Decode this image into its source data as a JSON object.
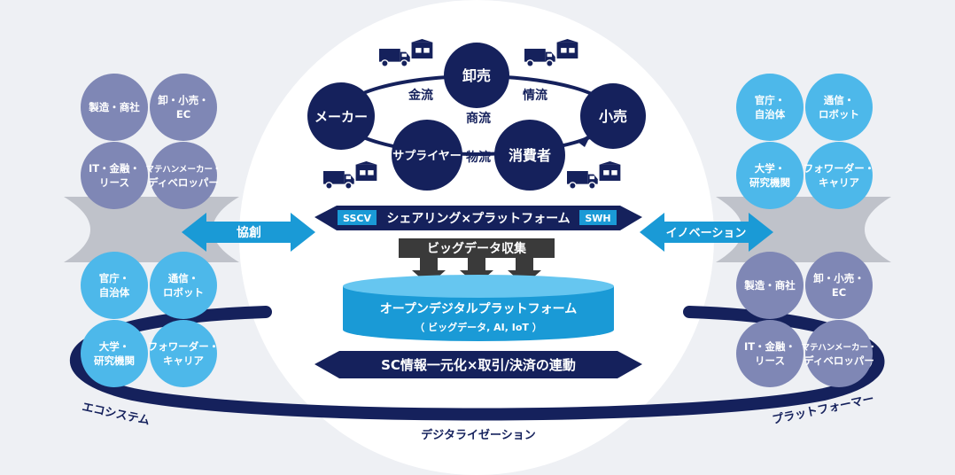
{
  "colors": {
    "background": "#eef0f4",
    "navy": "#15215c",
    "sky": "#1a9ad6",
    "light_blue": "#4db8ea",
    "lavender": "#7f87b5",
    "hourglass": "#bfc2ca",
    "dark_gray": "#3a3a3a",
    "white": "#ffffff"
  },
  "center": {
    "nodes": {
      "oroshiuri": "卸売",
      "maker": "メーカー",
      "kouri": "小売",
      "supplier": "サプライヤー",
      "shohisha": "消費者"
    },
    "flows": {
      "kinryu": "金流",
      "shoryu": "商流",
      "joryu": "情流",
      "butsuryu": "物流"
    },
    "sharing_bar": {
      "left_tag": "SSCV",
      "label": "シェアリング×プラットフォーム",
      "right_tag": "SWH"
    },
    "bigdata": "ビッグデータ収集",
    "platform": {
      "title": "オープンデジタルプラットフォーム",
      "subtitle": "（ ビッグデータ, AI, IoT ）"
    },
    "sc_bar": "SC情報一元化×取引/決済の連動"
  },
  "left_arrow": "協創",
  "right_arrow": "イノベーション",
  "ring_labels": {
    "ecosystem": "エコシステム",
    "digitalization": "デジタライゼーション",
    "platformer": "プラットフォーマー"
  },
  "left_cluster": {
    "top": [
      [
        "製造・商社"
      ],
      [
        "卸・小売・",
        "EC"
      ],
      [
        "IT・金融・",
        "リース"
      ],
      [
        "マテハンメーカー・",
        "ディベロッパー"
      ]
    ],
    "bottom": [
      [
        "官庁・",
        "自治体"
      ],
      [
        "通信・",
        "ロボット"
      ],
      [
        "大学・",
        "研究機関"
      ],
      [
        "フォワーダー・",
        "キャリア"
      ]
    ]
  },
  "right_cluster": {
    "top": [
      [
        "官庁・",
        "自治体"
      ],
      [
        "通信・",
        "ロボット"
      ],
      [
        "大学・",
        "研究機関"
      ],
      [
        "フォワーダー・",
        "キャリア"
      ]
    ],
    "bottom": [
      [
        "製造・商社"
      ],
      [
        "卸・小売・",
        "EC"
      ],
      [
        "IT・金融・",
        "リース"
      ],
      [
        "マテハンメーカー・",
        "ディベロッパー"
      ]
    ]
  }
}
